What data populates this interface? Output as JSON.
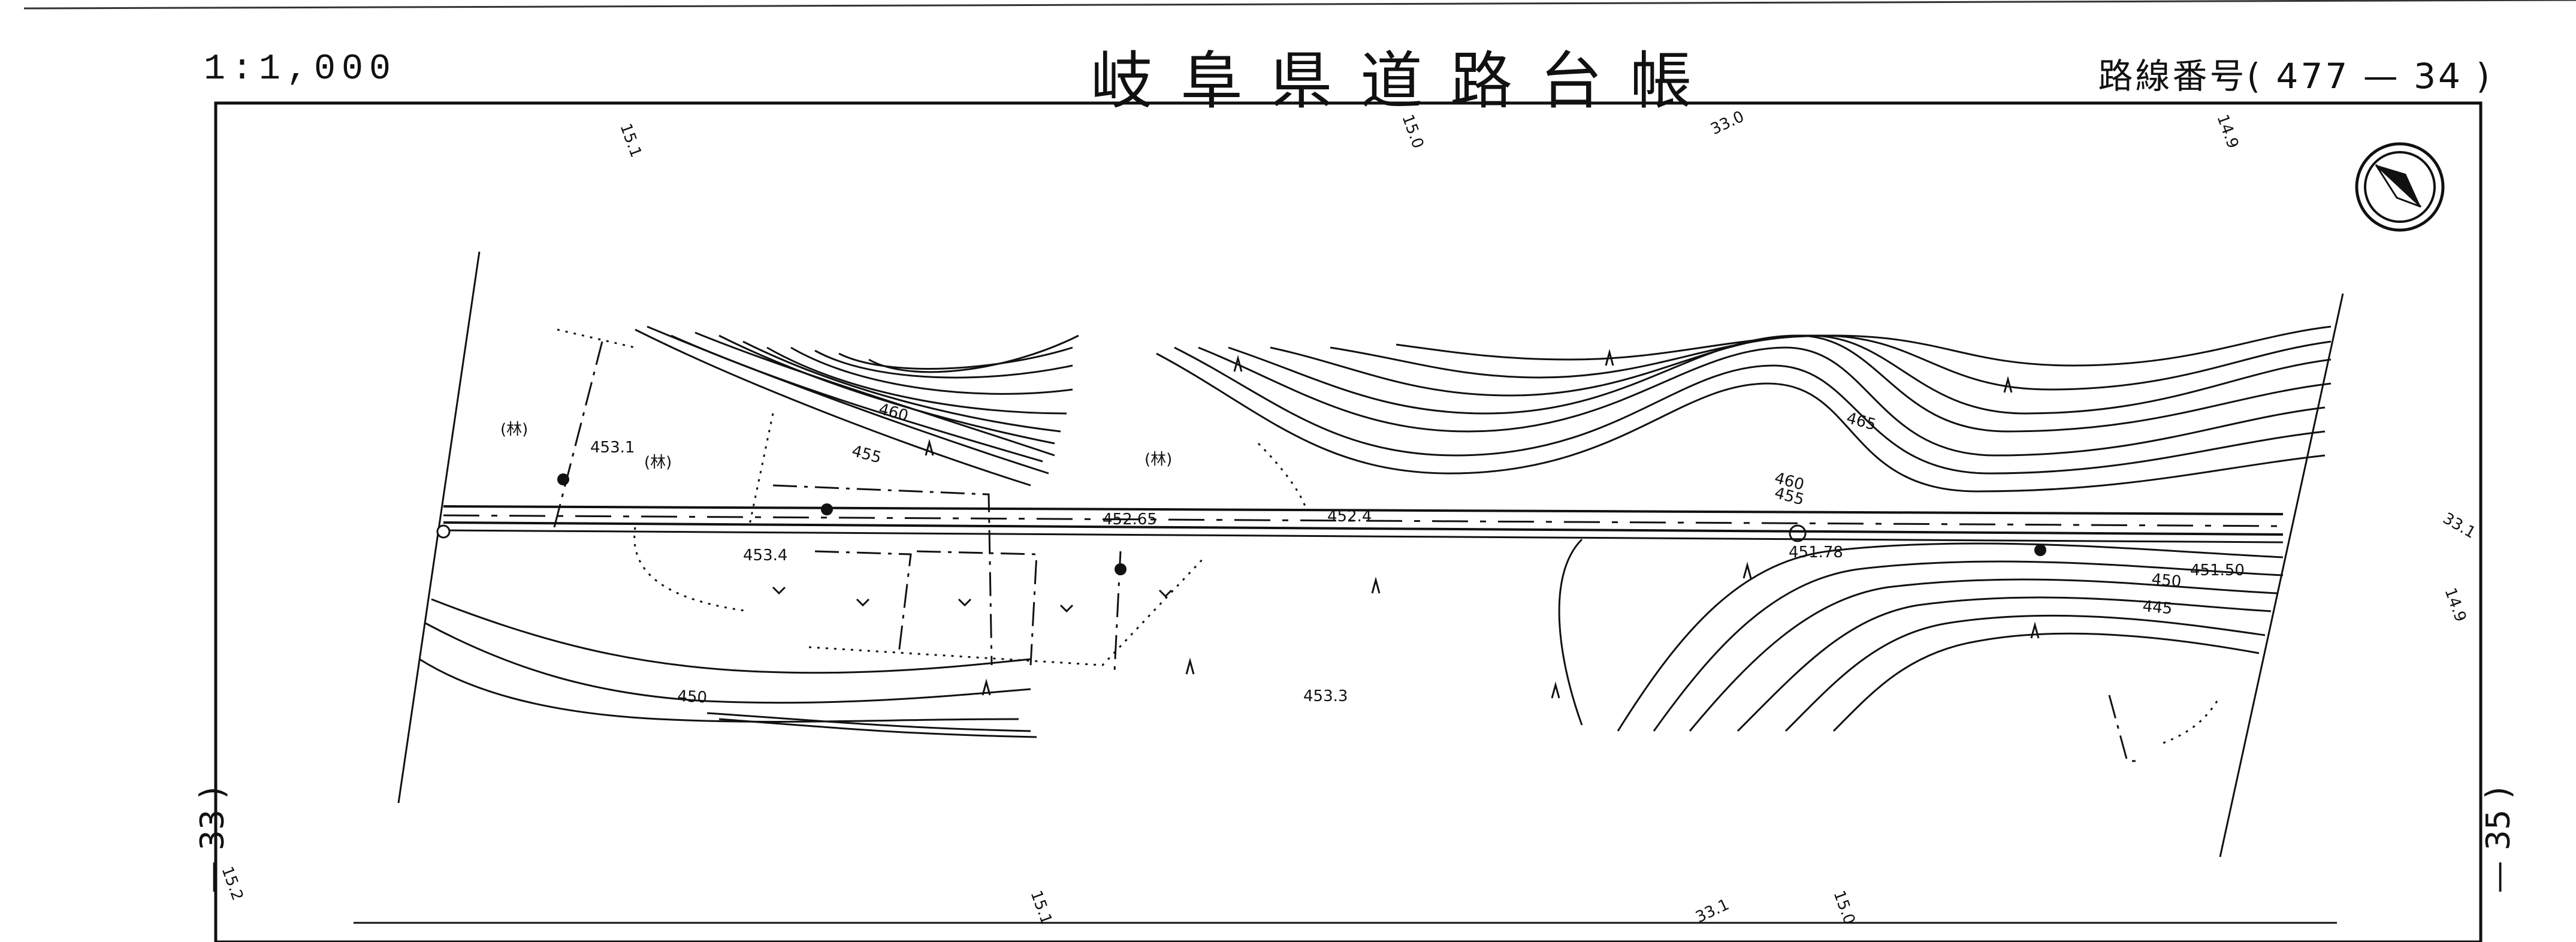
{
  "header": {
    "scale": "1:1,000",
    "title": "岐阜県道路台帳",
    "route_number": "路線番号( 477 — 34 )"
  },
  "side_labels": {
    "left": "— 33 )",
    "right": "— 35 )"
  },
  "map": {
    "grid_marks": [
      "15.1",
      "15.0",
      "33.0",
      "14.9",
      "33.1",
      "14.9",
      "15.2",
      "15.1",
      "33.1",
      "15.0"
    ],
    "contour_labels": [
      "460",
      "455",
      "465",
      "460",
      "455",
      "450",
      "445",
      "450"
    ],
    "spot_heights": [
      "453.1",
      "452.65",
      "452.4",
      "453.4",
      "451.78",
      "451.50",
      "453.3"
    ],
    "land_use_marks": [
      "(林)",
      "(林)",
      "(林)"
    ],
    "north_arrow": "north-arrow-icon"
  }
}
